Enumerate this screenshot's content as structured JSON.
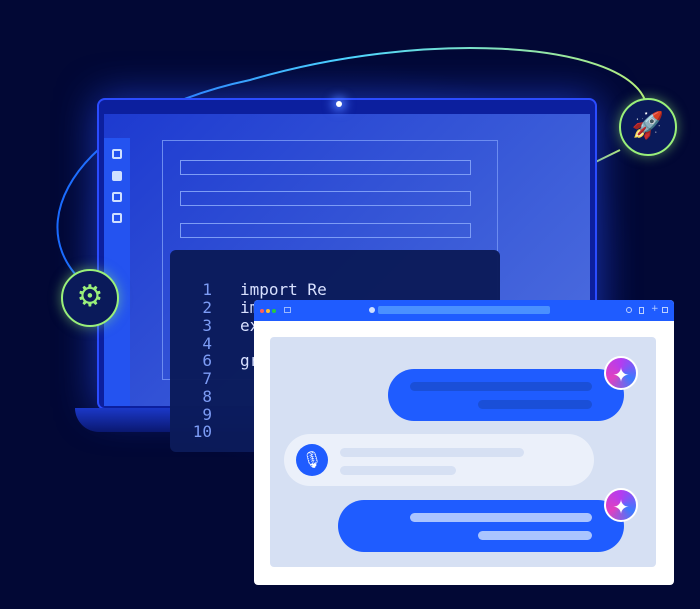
{
  "code_editor": {
    "line_numbers": [
      "1",
      "2",
      "3",
      "4",
      "6",
      "7",
      "8",
      "9",
      "10"
    ],
    "lines": [
      "import Re",
      "im",
      "ex",
      "",
      "gr"
    ]
  },
  "icons": {
    "gear": "gear-icon",
    "rocket": "rocket-icon",
    "microphone": "microphone-icon",
    "sparkle": "sparkle-icon"
  },
  "colors": {
    "background": "#020835",
    "accent": "#1f5cff",
    "node_stroke": "#9af07a"
  }
}
